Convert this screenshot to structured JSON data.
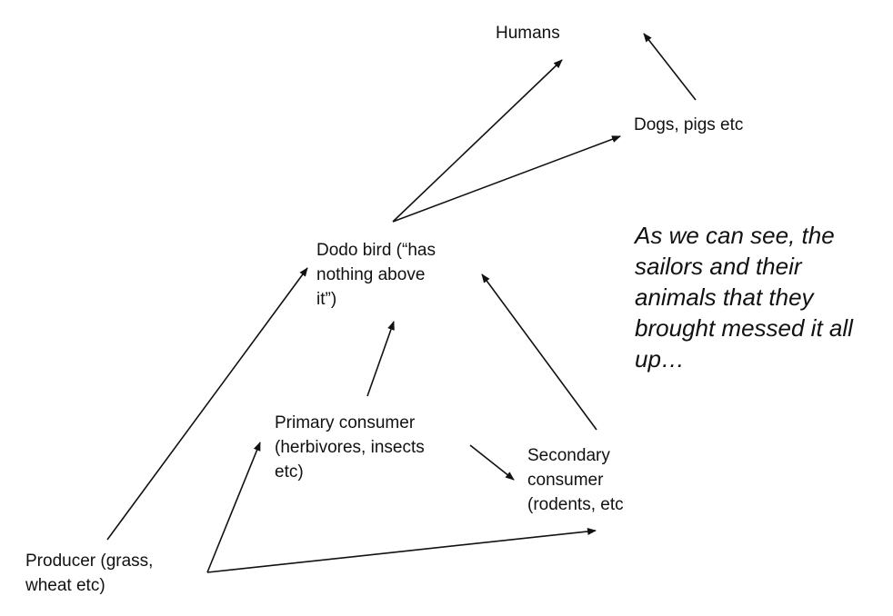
{
  "diagram": {
    "nodes": {
      "humans": {
        "lines": [
          "Humans"
        ]
      },
      "dogs_pigs": {
        "lines": [
          "Dogs, pigs etc"
        ]
      },
      "dodo": {
        "lines": [
          "Dodo bird (“has",
          "nothing above",
          "it”)"
        ]
      },
      "primary": {
        "lines": [
          "Primary consumer",
          "(herbivores, insects",
          "etc)"
        ]
      },
      "secondary": {
        "lines": [
          "Secondary",
          "consumer",
          "(rodents, etc"
        ]
      },
      "producer": {
        "lines": [
          "Producer (grass,",
          "wheat etc)"
        ]
      }
    },
    "note": {
      "lines": [
        "As we can see, the",
        "sailors and their",
        "animals that they",
        "brought messed it all",
        "up…"
      ]
    },
    "edges": [
      {
        "from": "dodo",
        "to": "humans"
      },
      {
        "from": "dodo",
        "to": "dogs_pigs"
      },
      {
        "from": "dogs_pigs",
        "to": "humans"
      },
      {
        "from": "primary",
        "to": "dodo"
      },
      {
        "from": "secondary",
        "to": "dodo"
      },
      {
        "from": "producer",
        "to": "dodo"
      },
      {
        "from": "producer",
        "to": "primary"
      },
      {
        "from": "producer",
        "to": "secondary"
      },
      {
        "from": "primary",
        "to": "secondary"
      }
    ],
    "colors": {
      "line": "#111111",
      "text": "#111111"
    }
  }
}
